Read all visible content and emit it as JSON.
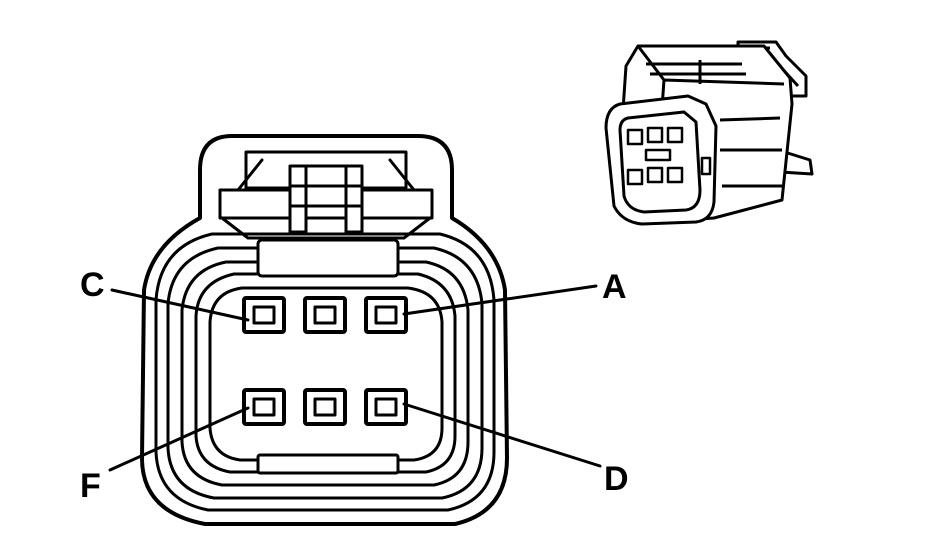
{
  "diagram": {
    "pin_labels": {
      "A": "A",
      "C": "C",
      "D": "D",
      "F": "F"
    },
    "colors": {
      "line": "#000000",
      "fill": "#ffffff"
    }
  }
}
